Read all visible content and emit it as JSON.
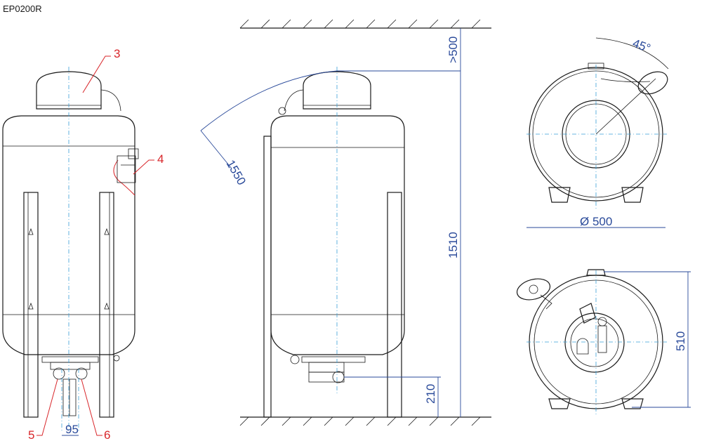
{
  "title": "EP0200R",
  "callouts": {
    "c3": "3",
    "c4": "4",
    "c5": "5",
    "c6": "6"
  },
  "dimensions": {
    "clearance": ">500",
    "swing_radius": "1550",
    "height": "1510",
    "base_height": "210",
    "spacing": "95",
    "diameter": "Ø 500",
    "width": "510",
    "angle": "45°"
  },
  "colors": {
    "dimension": "#2a4a9a",
    "callout": "#d8262a",
    "axis": "#3aa0d8",
    "line": "#1a1a1a"
  }
}
